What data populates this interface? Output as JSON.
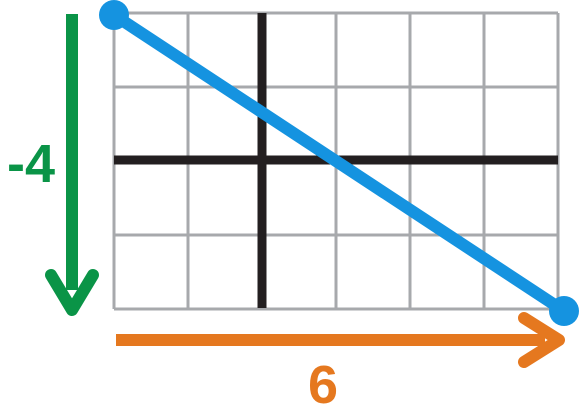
{
  "rise": {
    "label": "-4",
    "color": "#0a9447"
  },
  "run": {
    "label": "6",
    "color": "#e5781f"
  },
  "line": {
    "color": "#1593e0"
  },
  "axes": {
    "color": "#231f20"
  },
  "grid": {
    "color": "#a7a9ac",
    "columns": 6,
    "rows": 4
  }
}
